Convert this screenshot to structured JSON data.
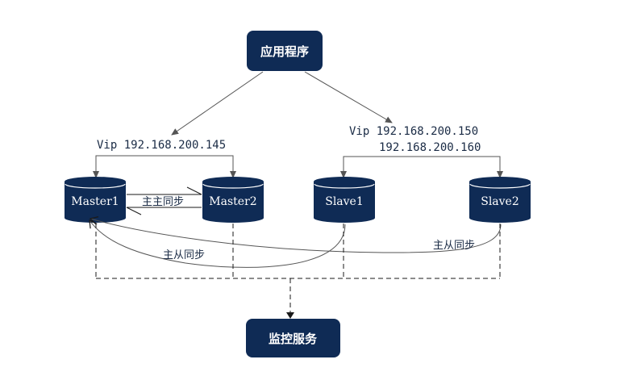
{
  "nodes": {
    "app": "应用程序",
    "monitor": "监控服务"
  },
  "databases": {
    "master1": "Master1",
    "master2": "Master2",
    "slave1": "Slave1",
    "slave2": "Slave2"
  },
  "vips": {
    "left": "Vip 192.168.200.145",
    "right_line1": "Vip 192.168.200.150",
    "right_line2": "192.168.200.160"
  },
  "links": {
    "master_master": "主主同步",
    "master_slave_left": "主从同步",
    "master_slave_right": "主从同步"
  },
  "colors": {
    "node_fill": "#0f2b55",
    "line": "#555555"
  }
}
